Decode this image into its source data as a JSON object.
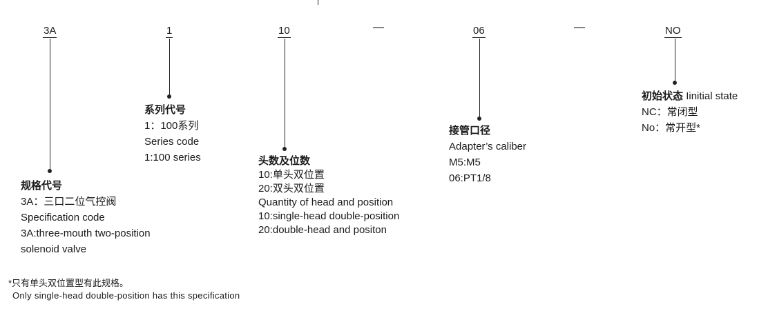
{
  "codes": {
    "c1": "3A",
    "c2": "1",
    "c3": "10",
    "dash1": "—",
    "c4": "06",
    "dash2": "—",
    "c5": "NO"
  },
  "descriptions": {
    "spec": {
      "title": "规格代号",
      "lines": [
        "3A：三口二位气控阀",
        "Specification code",
        "3A:three-mouth two-position",
        "solenoid valve"
      ]
    },
    "series": {
      "title": "系列代号",
      "lines": [
        "1：100系列",
        "Series code",
        "1:100 series"
      ]
    },
    "heads": {
      "title": "头数及位数",
      "lines": [
        "10:单头双位置",
        "20:双头双位置",
        "Quantity of head and position",
        "10:single-head double-position",
        "20:double-head and positon"
      ]
    },
    "caliber": {
      "title": "接管口径",
      "lines": [
        "Adapter’s caliber",
        "M5:M5",
        "06:PT1/8"
      ]
    },
    "state": {
      "title": "初始状态",
      "title_en": "Iinitial state",
      "lines": [
        "NC：常闭型",
        "No：常开型*"
      ]
    }
  },
  "footnote": {
    "cn": "*只有单头双位置型有此规格。",
    "en": "Only single-head double-position has this specification"
  }
}
